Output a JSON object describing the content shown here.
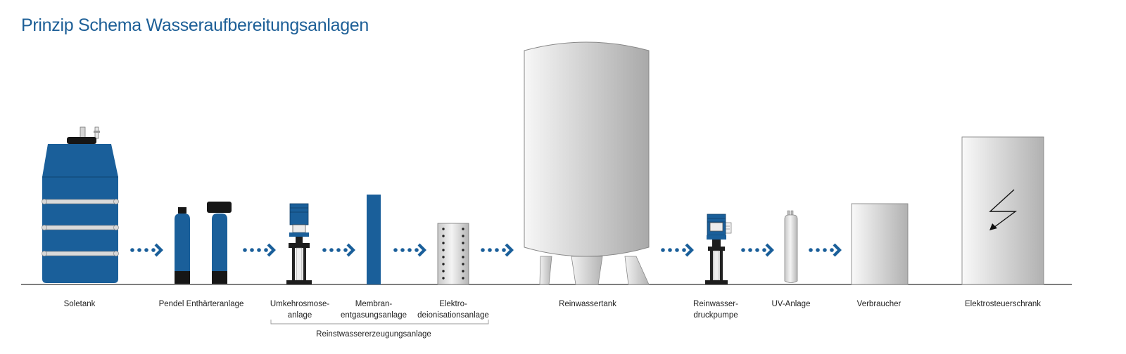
{
  "title": "Prinzip Schema Wasseraufbereitungsanlagen",
  "labels": {
    "soletank": "Soletank",
    "softener": "Pendel Enthärteranlage",
    "ro_line1": "Umkehrosmose-",
    "ro_line2": "anlage",
    "membrane_line1": "Membran-",
    "membrane_line2": "entgasungsanlage",
    "edi_line1": "Elektro-",
    "edi_line2": "deionisationsanlage",
    "tank": "Reinwassertank",
    "pump_line1": "Reinwasser-",
    "pump_line2": "druckpumpe",
    "uv": "UV-Anlage",
    "consumer": "Verbraucher",
    "cabinet": "Elektrosteuerschrank",
    "group": "Reinstwassererzeugungsanlage"
  },
  "colors": {
    "title": "#1d5f97",
    "equipment_blue": "#1a5f9a",
    "arrow_blue": "#1a5f9a",
    "line": "#333333"
  },
  "icons": [
    "dotted-arrow-icon",
    "lightning-icon"
  ]
}
